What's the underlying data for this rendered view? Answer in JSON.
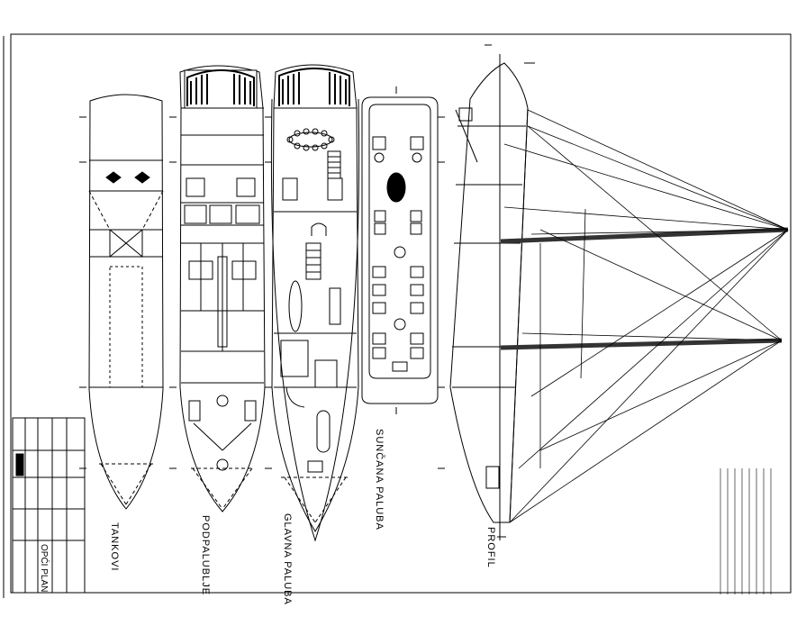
{
  "labels": {
    "tankovi": "TANKOVI",
    "podpalublje": "PODPALUBLJE",
    "glavna_paluba": "GLAVNA PALUBA",
    "suncana_paluba": "SUNČANA PALUBA",
    "profil": "PROFIL",
    "drawing_title": "OPĆI PLAN"
  },
  "colors": {
    "line": "#000000",
    "mast": "#333333",
    "paper": "#ffffff"
  }
}
